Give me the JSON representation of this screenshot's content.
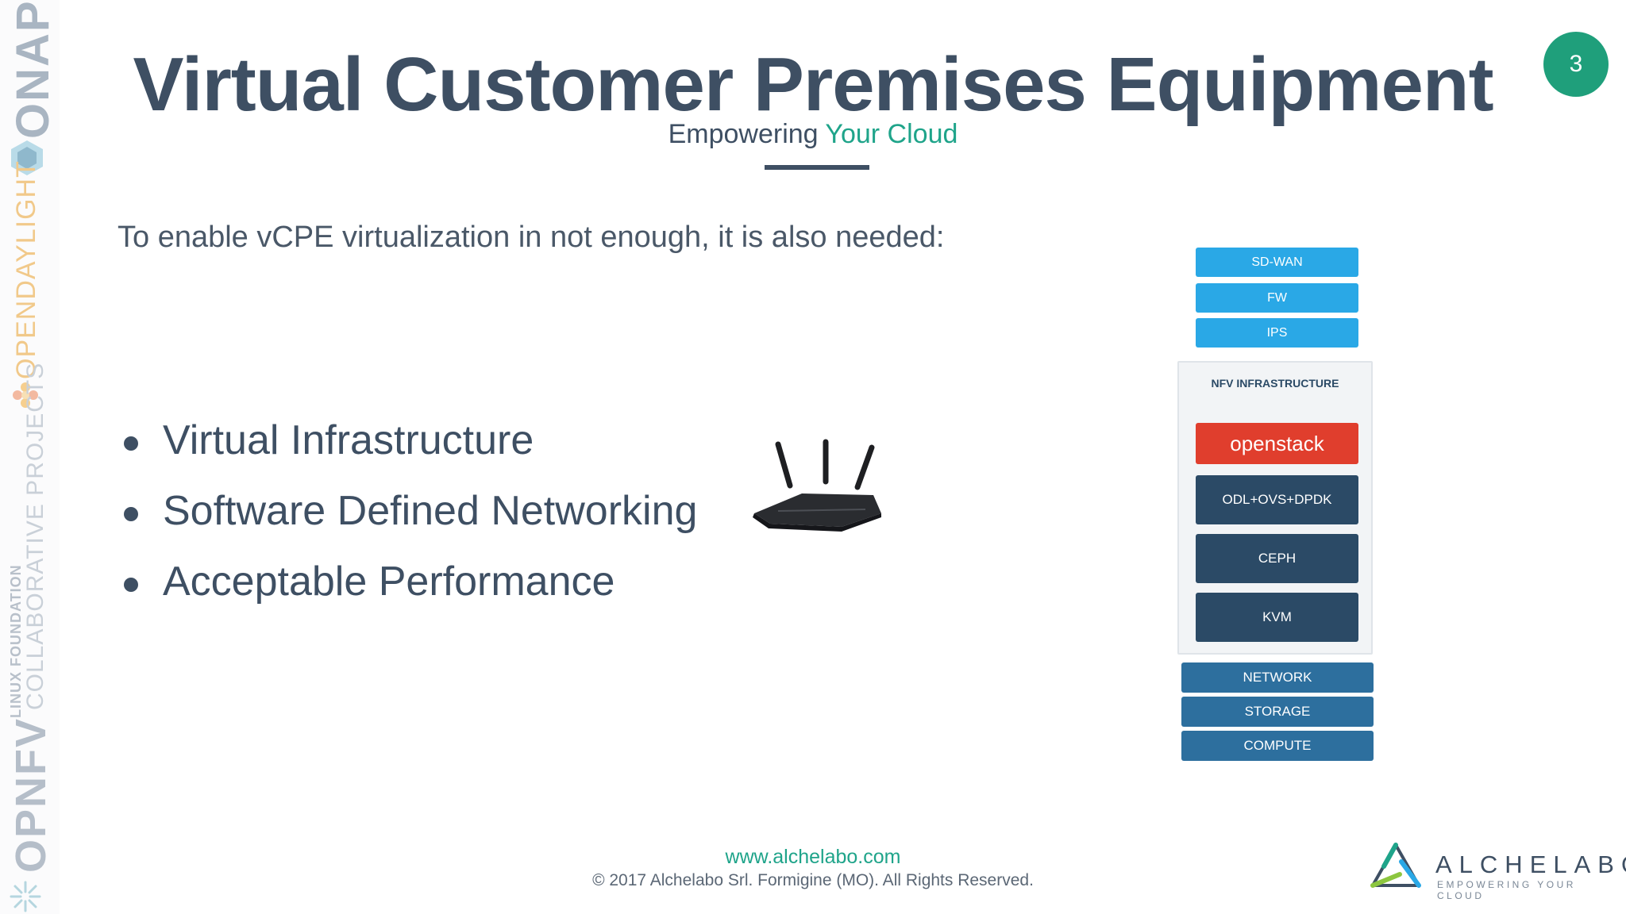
{
  "slide": {
    "title": "Virtual Customer Premises Equipment",
    "subtitle_prefix": "Empowering ",
    "subtitle_accent": "Your Cloud",
    "page_number": "3",
    "intro": "To enable vCPE virtualization in not enough, it is also needed:",
    "bullets": [
      "Virtual Infrastructure",
      "Software Defined Networking",
      "Acceptable Performance"
    ]
  },
  "stack": {
    "top_services": [
      "SD-WAN",
      "FW",
      "IPS"
    ],
    "nfv_label": "NFV INFRASTRUCTURE",
    "nfv_items": [
      "openstack",
      "ODL+OVS+DPDK",
      "CEPH",
      "KVM"
    ],
    "bottom_resources": [
      "NETWORK",
      "STORAGE",
      "COMPUTE"
    ]
  },
  "sidebar": {
    "onap": "ONAP",
    "opendaylight": "OPENDAYLIGHT",
    "linux_foundation": "LINUX FOUNDATION",
    "collaborative": "COLLABORATIVE PROJECTS",
    "opnfv": "OPNFV"
  },
  "footer": {
    "url": "www.alchelabo.com",
    "copyright": "© 2017 Alchelabo Srl. Formigine (MO). All Rights Reserved."
  },
  "brand": {
    "name": "ALCHELABO",
    "tagline": "EMPOWERING YOUR CLOUD"
  },
  "colors": {
    "title": "#3e4f63",
    "accent": "#1fa48a",
    "badge": "#1f9f7b",
    "service_box": "#2aa8e6",
    "nfv_box": "#2b4a66",
    "openstack_box": "#e03e2d",
    "resource_box": "#2d6f9e"
  }
}
